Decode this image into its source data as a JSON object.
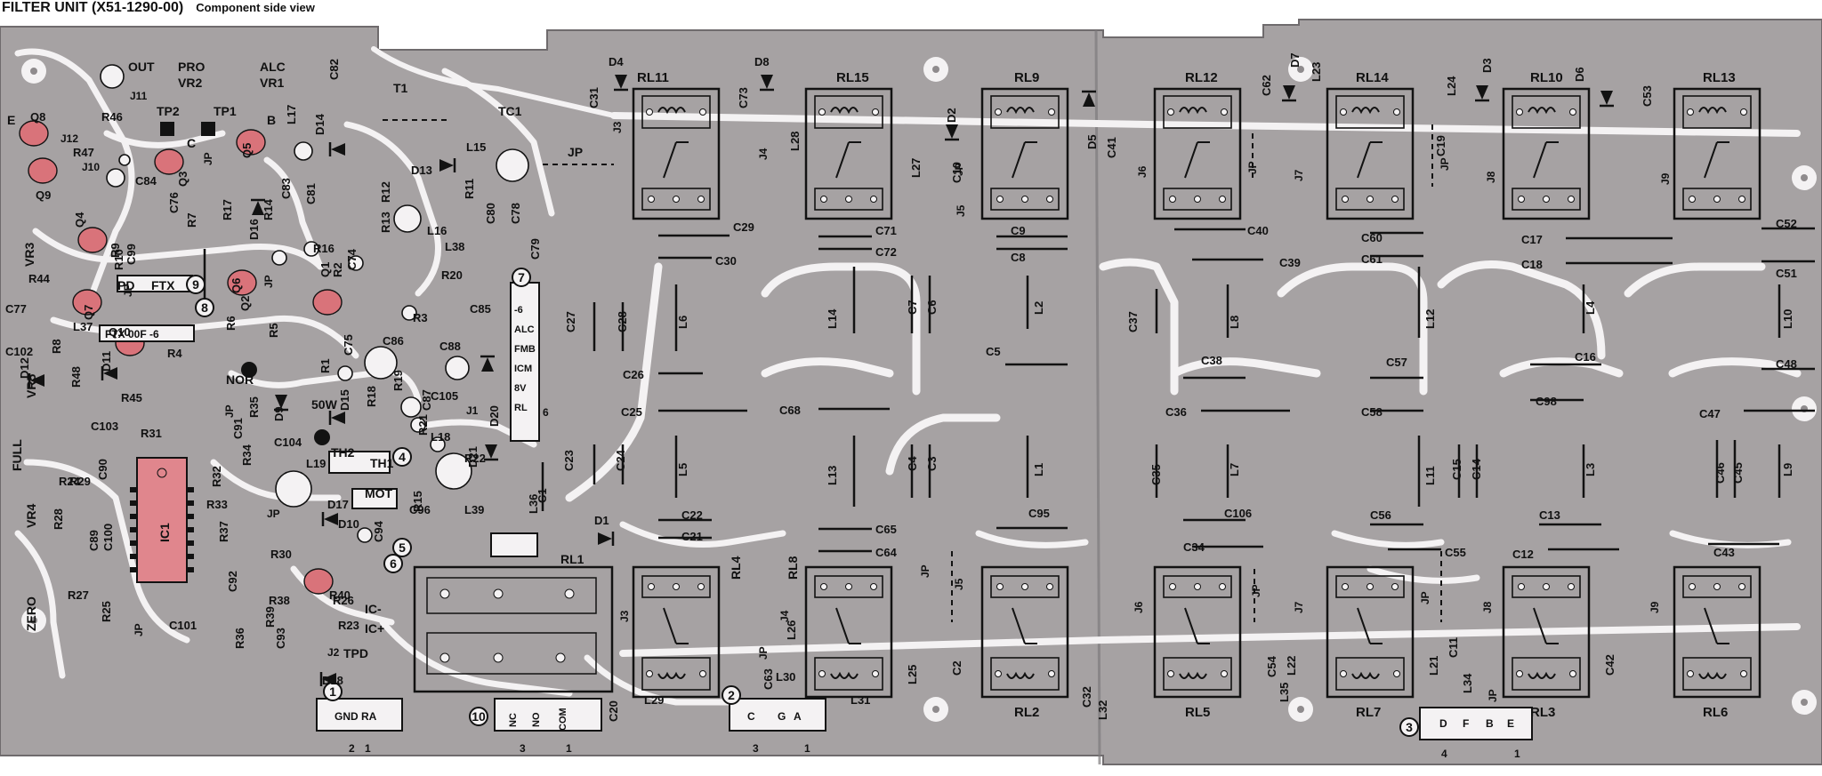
{
  "title": "FILTER UNIT (X51-1290-00)",
  "subtitle": "Component side view",
  "colors": {
    "board": "#a6a2a3",
    "board_dark": "#8f8b8d",
    "trace": "#f4f2f3",
    "ink": "#121212",
    "component_pink": "#d9737a",
    "ic_pink": "#e0868d",
    "background": "#ffffff"
  },
  "relays": [
    {
      "id": "RL11"
    },
    {
      "id": "RL15"
    },
    {
      "id": "RL9"
    },
    {
      "id": "RL12"
    },
    {
      "id": "RL14"
    },
    {
      "id": "RL10"
    },
    {
      "id": "RL13"
    },
    {
      "id": "RL2"
    },
    {
      "id": "RL5"
    },
    {
      "id": "RL7"
    },
    {
      "id": "RL3"
    },
    {
      "id": "RL6"
    },
    {
      "id": "RL4"
    },
    {
      "id": "RL8"
    },
    {
      "id": "RL1"
    }
  ],
  "capacitors": [
    "C1",
    "C2",
    "C3",
    "C4",
    "C5",
    "C6",
    "C7",
    "C8",
    "C9",
    "C10",
    "C11",
    "C12",
    "C13",
    "C14",
    "C15",
    "C16",
    "C17",
    "C18",
    "C19",
    "C20",
    "C21",
    "C22",
    "C23",
    "C24",
    "C25",
    "C26",
    "C27",
    "C28",
    "C29",
    "C30",
    "C31",
    "C32",
    "C34",
    "C35",
    "C36",
    "C37",
    "C38",
    "C39",
    "C40",
    "C41",
    "C42",
    "C43",
    "C45",
    "C46",
    "C47",
    "C48",
    "C51",
    "C52",
    "C53",
    "C54",
    "C55",
    "C56",
    "C57",
    "C58",
    "C60",
    "C61",
    "C62",
    "C63",
    "C64",
    "C65",
    "C68",
    "C71",
    "C72",
    "C73",
    "C74",
    "C75",
    "C76",
    "C77",
    "C78",
    "C79",
    "C80",
    "C81",
    "C82",
    "C83",
    "C84",
    "C85",
    "C86",
    "C87",
    "C88",
    "C89",
    "C90",
    "C91",
    "C92",
    "C93",
    "C94",
    "C95",
    "C96",
    "C98",
    "C99",
    "C100",
    "C101",
    "C102",
    "C103",
    "C104",
    "C105",
    "C106"
  ],
  "inductors": [
    "L1",
    "L2",
    "L3",
    "L4",
    "L5",
    "L6",
    "L7",
    "L8",
    "L9",
    "L10",
    "L11",
    "L12",
    "L13",
    "L14",
    "L15",
    "L16",
    "L17",
    "L18",
    "L19",
    "L21",
    "L22",
    "L23",
    "L24",
    "L25",
    "L26",
    "L27",
    "L28",
    "L29",
    "L30",
    "L31",
    "L32",
    "L34",
    "L35",
    "L36",
    "L37",
    "L38",
    "L39"
  ],
  "resistors": [
    "R1",
    "R2",
    "R3",
    "R4",
    "R5",
    "R6",
    "R7",
    "R8",
    "R9",
    "R10",
    "R11",
    "R12",
    "R13",
    "R14",
    "R15",
    "R16",
    "R17",
    "R18",
    "R19",
    "R20",
    "R21",
    "R22",
    "R23",
    "R24",
    "R25",
    "R26",
    "R27",
    "R28",
    "R29",
    "R30",
    "R31",
    "R32",
    "R33",
    "R34",
    "R35",
    "R36",
    "R37",
    "R38",
    "R39",
    "R40",
    "R44",
    "R45",
    "R46",
    "R47",
    "R48"
  ],
  "diodes": [
    "D1",
    "D2",
    "D3",
    "D4",
    "D5",
    "D6",
    "D7",
    "D8",
    "D9",
    "D10",
    "D11",
    "D12",
    "D13",
    "D14",
    "D15",
    "D16",
    "D17",
    "D18",
    "D20",
    "D21"
  ],
  "transistors": [
    "Q1",
    "Q2",
    "Q3",
    "Q4",
    "Q5",
    "Q6",
    "Q7",
    "Q8",
    "Q9",
    "Q10"
  ],
  "jacks": [
    "J1",
    "J2",
    "J3",
    "J4",
    "J5",
    "J6",
    "J7",
    "J8",
    "J9",
    "J10",
    "J11",
    "J12"
  ],
  "misc_labels": [
    "OUT",
    "PRO",
    "VR2",
    "ALC",
    "VR1",
    "T1",
    "TC1",
    "TP1",
    "TP2",
    "TPD",
    "TH1",
    "TH2",
    "IC1",
    "VR3",
    "VR4",
    "VR5",
    "FULL",
    "ZERO",
    "NOR",
    "50W",
    "JP",
    "PD",
    "FTX",
    "FTX 00F -6",
    "MOT",
    "IC-",
    "IC+",
    "E",
    "B",
    "C"
  ],
  "connectors": {
    "c1": {
      "marker": "1",
      "pins": [
        "GND",
        "RA"
      ],
      "numbers": [
        "2",
        "1"
      ]
    },
    "c10": {
      "marker": "10",
      "pins": [
        "NC",
        "NO",
        "COM"
      ],
      "numbers": [
        "3",
        "1"
      ]
    },
    "c2": {
      "marker": "2",
      "pins": [
        "C",
        "G",
        "A"
      ],
      "numbers": [
        "3",
        "1"
      ]
    },
    "c3": {
      "marker": "3",
      "pins": [
        "D",
        "F",
        "B",
        "E"
      ],
      "numbers": [
        "4",
        "1"
      ]
    },
    "c7": {
      "marker": "7",
      "pins": [
        "-6",
        "ALC",
        "FMB",
        "ICM",
        "8V",
        "RL"
      ],
      "numbers": [
        "6"
      ]
    },
    "c9": {
      "marker": "9"
    },
    "c8": {
      "marker": "8"
    },
    "c4": {
      "marker": "4"
    },
    "c5": {
      "marker": "5"
    },
    "c6": {
      "marker": "6"
    }
  }
}
